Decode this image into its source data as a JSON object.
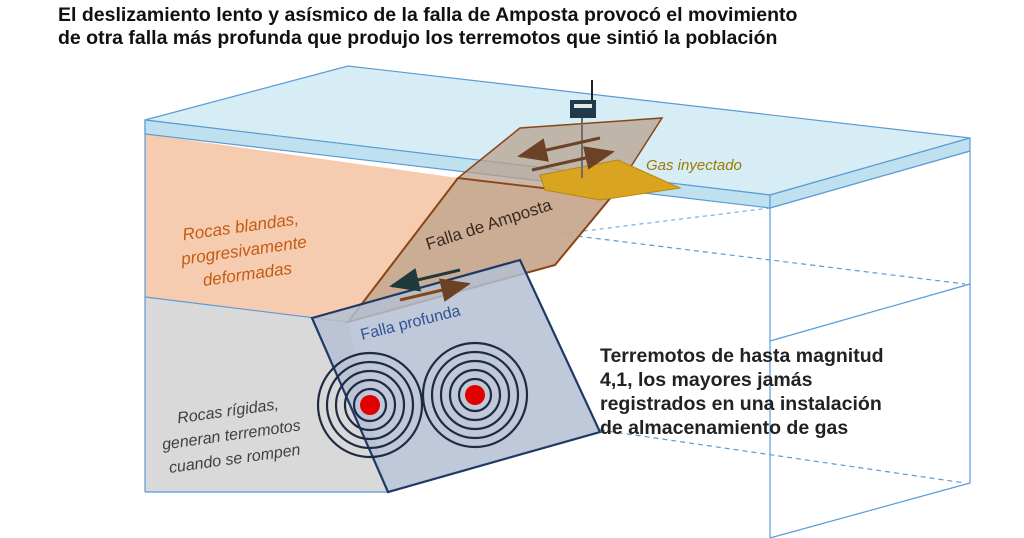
{
  "title": {
    "line1": "El deslizamiento lento y asísmico de la falla de Amposta provocó el movimiento",
    "line2": "de otra falla más profunda que produjo los terremotos que sintió la población"
  },
  "labels": {
    "gas": "Gas inyectado",
    "falla_amposta": "Falla de Amposta",
    "falla_profunda": "Falla profunda",
    "rocas_blandas": [
      "Rocas blandas,",
      "progresivamente",
      "deformadas"
    ],
    "rocas_rigidas": [
      "Rocas rígidas,",
      "generan terremotos",
      "cuando se rompen"
    ]
  },
  "quake_note": [
    "Terremotos de hasta magnitud",
    "4,1, los mayores jamás",
    "registrados en una instalación",
    "de almacenamiento de gas"
  ],
  "colors": {
    "sea": "#cfe8f2",
    "sea_edge": "#6aaed6",
    "box_edge": "#5b9bd5",
    "soft_rock": "#f6ccb1",
    "soft_rock_text": "#c55a11",
    "hard_rock": "#d9d9d9",
    "hard_rock_text": "#404040",
    "amposta_fault": "#c8a88e",
    "amposta_edge": "#8b4513",
    "deep_fault": "#b4bfd2",
    "deep_fault_edge": "#1f3864",
    "deep_fault_text": "#2f5597",
    "gas": "#d9a521",
    "gas_text": "#9c7a00",
    "epicenter": "#e00000",
    "rings": "#1f2a44"
  },
  "icons": [
    "platform-icon",
    "epicenter-icon",
    "slip-arrow-icon"
  ]
}
